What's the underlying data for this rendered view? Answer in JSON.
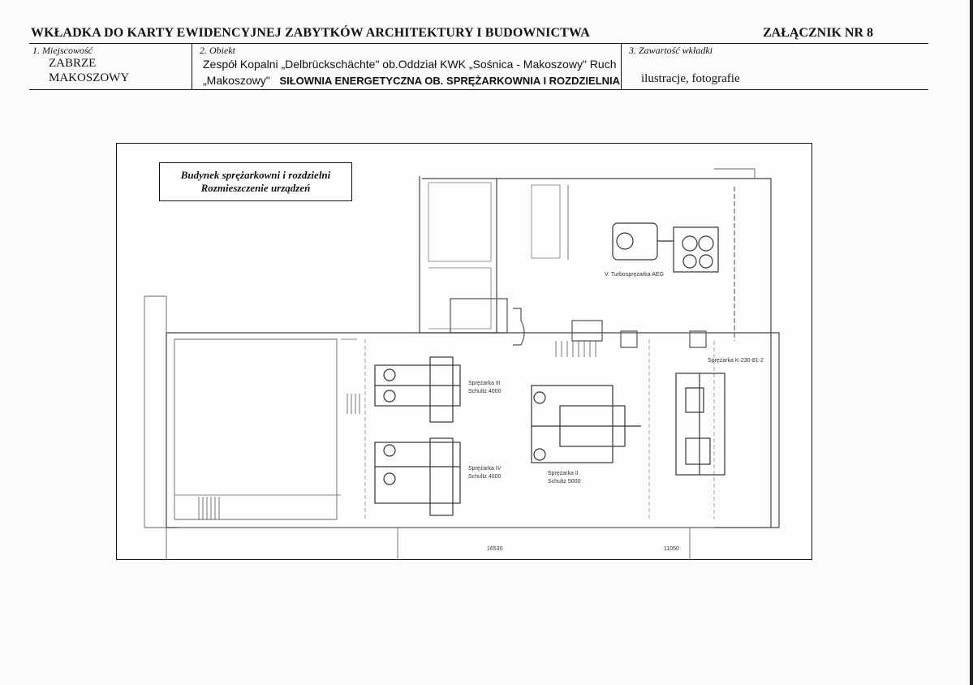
{
  "header": {
    "title": "WKŁADKA DO KARTY EWIDENCYJNEJ ZABYTKÓW ARCHITEKTURY I BUDOWNICTWA",
    "annex": "ZAŁĄCZNIK NR 8"
  },
  "fields": {
    "locality": {
      "label": "1. Miejscowość",
      "line1": "ZABRZE",
      "line2": "MAKOSZOWY"
    },
    "object": {
      "label": "2. Obiekt",
      "line1": "Zespół Kopalni „Delbrückschächte\" ob.Oddział KWK „Sośnica - Makoszowy\" Ruch",
      "line2_prefix": "„Makoszowy\"",
      "line2_bold": "SIŁOWNIA ENERGETYCZNA OB. SPRĘŻARKOWNIA I ROZDZIELNIA"
    },
    "contents": {
      "label": "3. Zawartość wkładki",
      "value": "ilustracje, fotografie"
    }
  },
  "plan": {
    "title_line1": "Budynek sprężarkowni i rozdzielni",
    "title_line2": "Rozmieszczenie urządzeń",
    "labels": {
      "turbo": "V. Turbosprężarka  AEG",
      "k230": "Sprężarka  K-230-81-2",
      "s3_a": "Sprężarka III",
      "s3_b": "Schultz  4000",
      "s4_a": "Sprężarka IV",
      "s4_b": "Schultz  4000",
      "s2_a": "Sprężarka II",
      "s2_b": "Schultz  5000",
      "dim1": "16530",
      "dim2": "11050"
    }
  }
}
